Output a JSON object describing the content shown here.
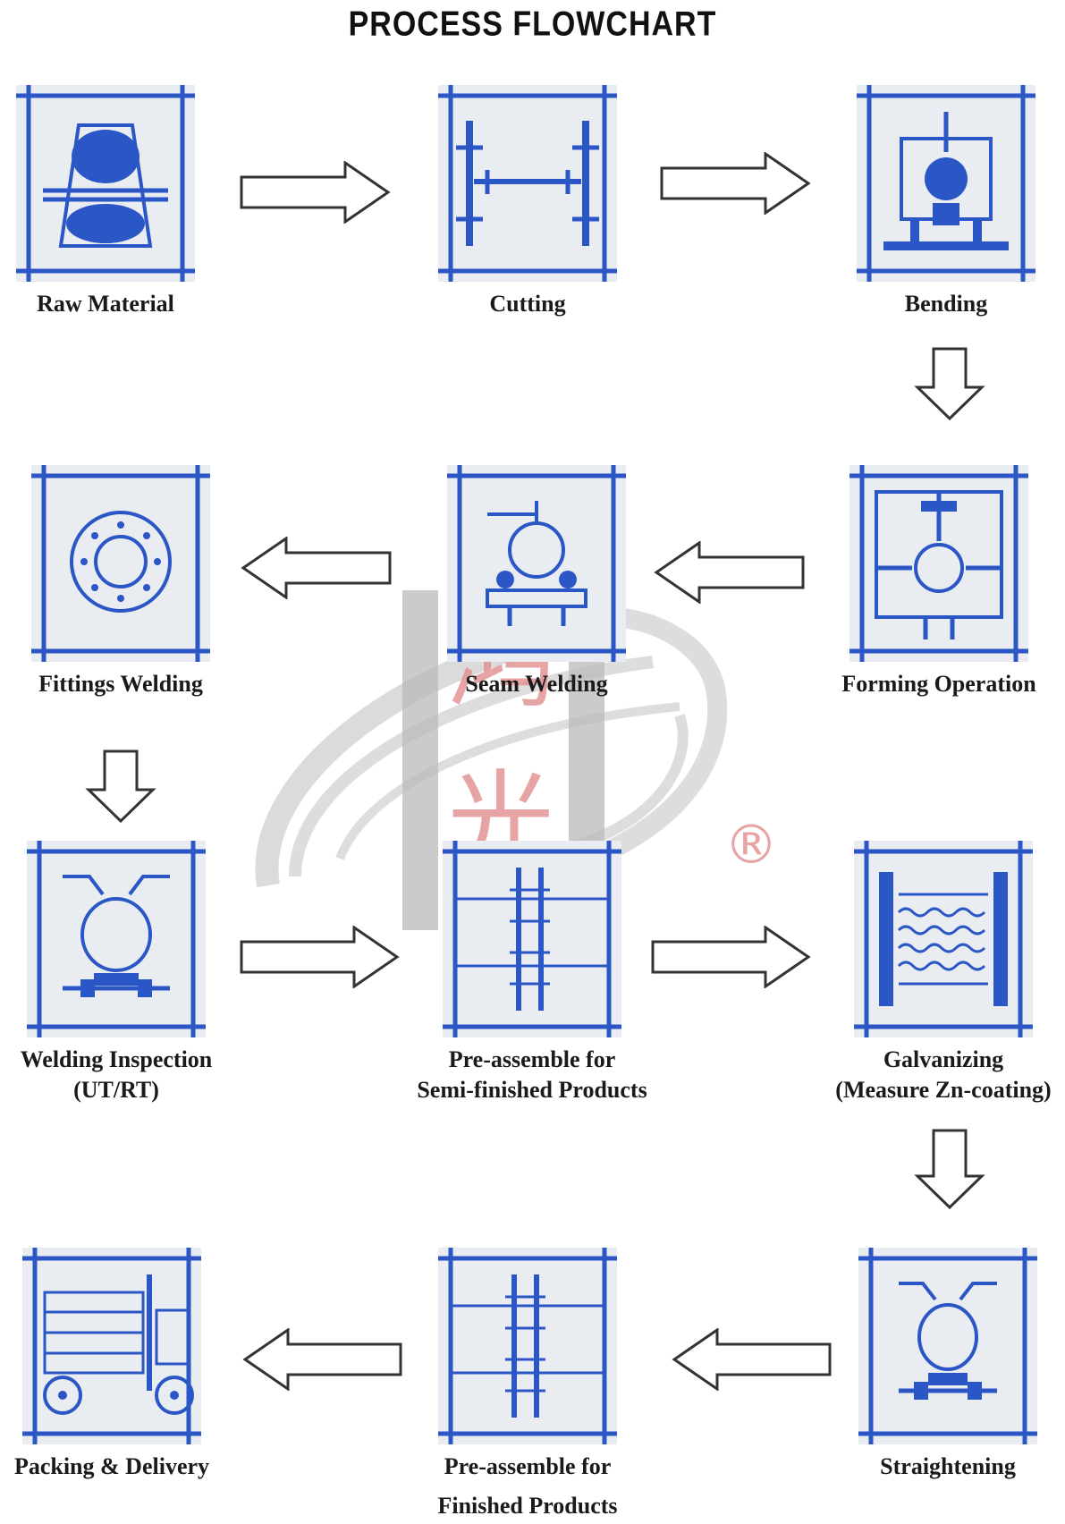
{
  "title": "PROCESS FLOWCHART",
  "colors": {
    "icon_blue": "#2a56c6",
    "tile_bg": "#e9ecf0",
    "arrow_stroke": "#333333",
    "watermark_gray": "#c8c8c8",
    "watermark_red": "#d46a6a"
  },
  "steps": [
    {
      "id": "raw-material",
      "label": "Raw Material",
      "icon": "rollers-icon"
    },
    {
      "id": "cutting",
      "label": "Cutting",
      "icon": "cutter-icon"
    },
    {
      "id": "bending",
      "label": "Bending",
      "icon": "bending-press-icon"
    },
    {
      "id": "forming-operation",
      "label": "Forming Operation",
      "icon": "forming-machine-icon"
    },
    {
      "id": "seam-welding",
      "label": "Seam Welding",
      "icon": "seam-welder-icon"
    },
    {
      "id": "fittings-welding",
      "label": "Fittings Welding",
      "icon": "flange-icon"
    },
    {
      "id": "welding-inspection",
      "label": "Welding Inspection",
      "label2": "(UT/RT)",
      "icon": "inspection-icon"
    },
    {
      "id": "pre-assemble-semi",
      "label": "Pre-assemble for",
      "label2": "Semi-finished Products",
      "icon": "assembly-icon"
    },
    {
      "id": "galvanizing",
      "label": "Galvanizing",
      "label2": "(Measure Zn-coating)",
      "icon": "galvanizing-bath-icon"
    },
    {
      "id": "straightening",
      "label": "Straightening",
      "icon": "straightener-icon"
    },
    {
      "id": "pre-assemble-finished",
      "label": "Pre-assemble for",
      "label2": "Finished Products",
      "icon": "assembly-icon"
    },
    {
      "id": "packing-delivery",
      "label": "Packing & Delivery",
      "icon": "forklift-icon"
    }
  ],
  "watermark": {
    "chars": [
      "鸿",
      "光"
    ],
    "mark": "®"
  }
}
